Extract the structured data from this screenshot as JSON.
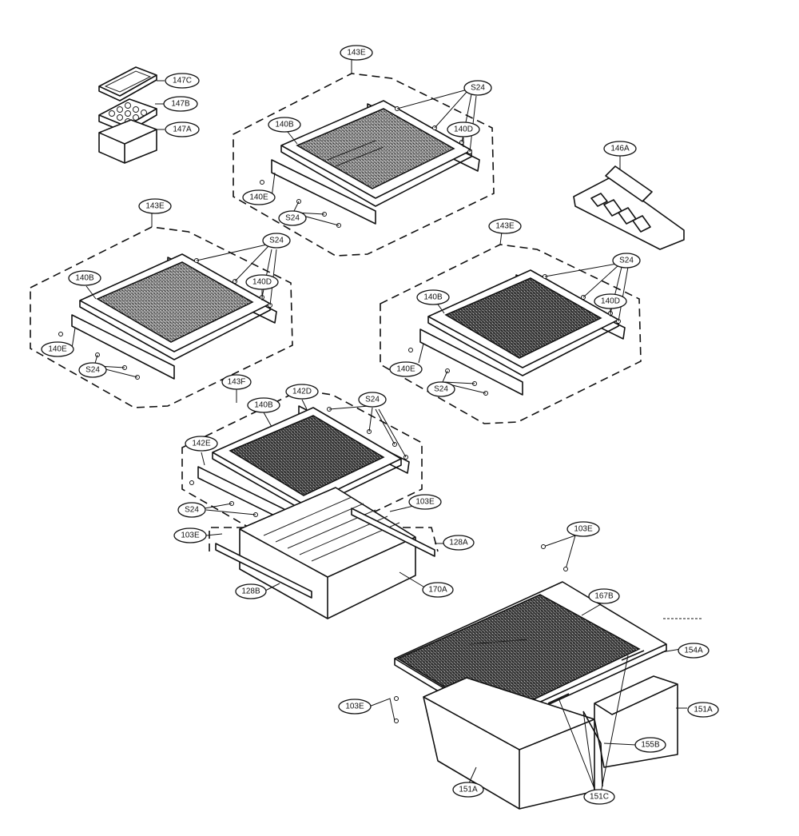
{
  "labels": {
    "l_147C": "147C",
    "l_147B": "147B",
    "l_147A": "147A",
    "l_143E_top": "143E",
    "l_S24_t1": "S24",
    "l_140D_t": "140D",
    "l_140B_t": "140B",
    "l_140E_t": "140E",
    "l_S24_t2": "S24",
    "l_146A": "146A",
    "l_143E_left": "143E",
    "l_S24_l1": "S24",
    "l_140B_l": "140B",
    "l_140D_l": "140D",
    "l_140E_l": "140E",
    "l_S24_l2": "S24",
    "l_143E_right": "143E",
    "l_S24_r1": "S24",
    "l_140B_r": "140B",
    "l_140D_r": "140D",
    "l_140E_r": "140E",
    "l_S24_r2": "S24",
    "l_143F": "143F",
    "l_142D": "142D",
    "l_140B_b": "140B",
    "l_S24_b1": "S24",
    "l_142E": "142E",
    "l_S24_b2": "S24",
    "l_103E_1": "103E",
    "l_103E_2": "103E",
    "l_128A": "128A",
    "l_170A": "170A",
    "l_128B": "128B",
    "l_103E_3": "103E",
    "l_167B": "167B",
    "l_154A": "154A",
    "l_103E_4": "103E",
    "l_151A_r": "151A",
    "l_155B": "155B",
    "l_151A_l": "151A",
    "l_151C": "151C"
  },
  "icons": {
    "screw": "screw-icon"
  }
}
